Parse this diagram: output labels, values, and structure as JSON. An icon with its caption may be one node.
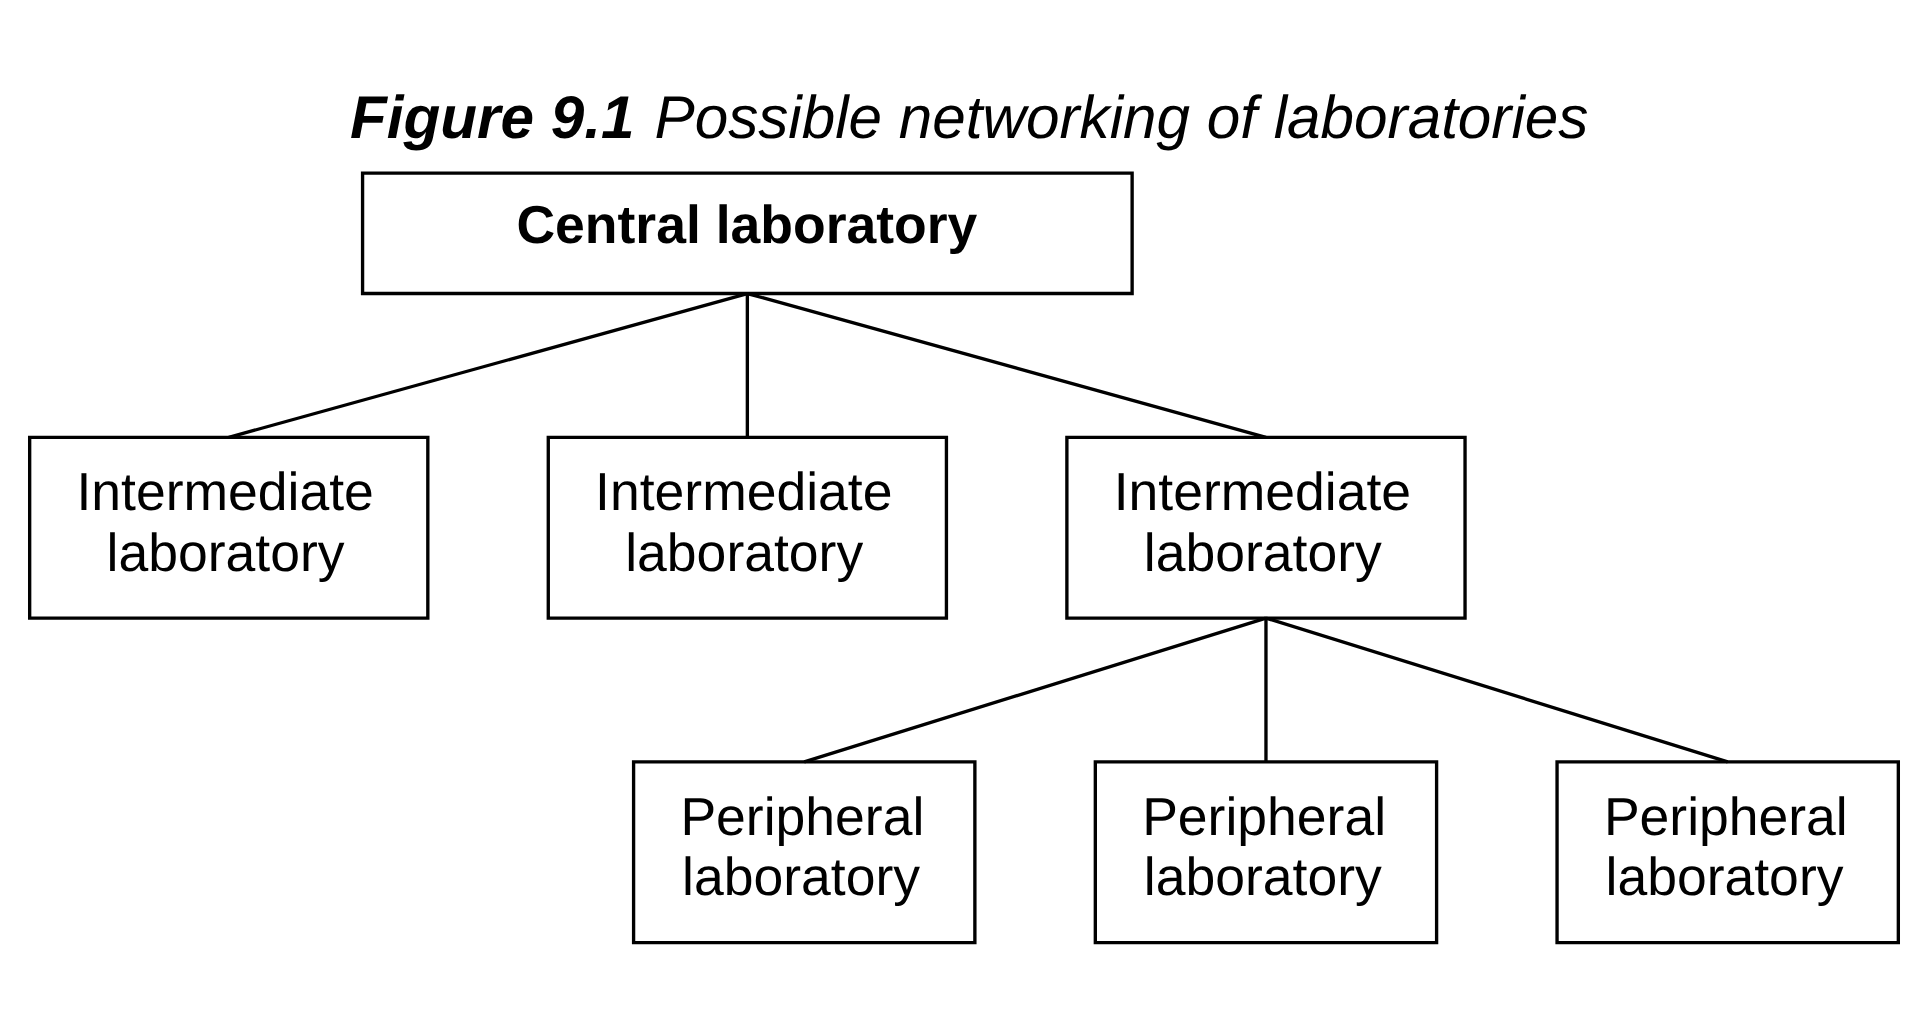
{
  "diagram": {
    "title": "**Figure 9.1** Possible networking of laboratories",
    "nodes": [
      {
        "text": [
          "Central laboratory"
        ]
      },
      {
        "text": [
          "Intermediate laboratory"
        ]
      },
      {
        "text": [
          "Intermediate laboratory"
        ]
      },
      {
        "text": [
          "Intermediate laboratory"
        ]
      },
      {
        "text": [
          "Peripheral laboratory"
        ]
      },
      {
        "text": [
          "Peripheral laboratory"
        ]
      },
      {
        "text": [
          "Peripheral laboratory"
        ]
      }
    ],
    "edges": [
      {
        "from": 0,
        "to": 1,
        "arrow": "none"
      },
      {
        "from": 0,
        "to": 2,
        "arrow": "none"
      },
      {
        "from": 0,
        "to": 3,
        "arrow": "none"
      },
      {
        "from": 3,
        "to": 4,
        "arrow": "none"
      },
      {
        "from": 3,
        "to": 5,
        "arrow": "none"
      },
      {
        "from": 3,
        "to": 6,
        "arrow": "none"
      }
    ]
  }
}
